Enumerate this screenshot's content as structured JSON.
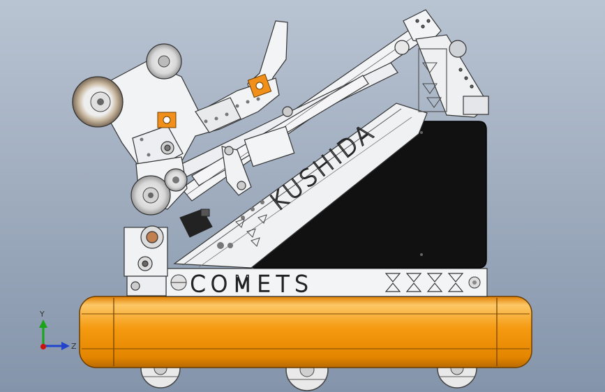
{
  "scene": {
    "bumper_text": "COMETS",
    "side_text": "KUSHIDA"
  },
  "axes": {
    "y_label": "Y",
    "z_label": "Z"
  },
  "colors": {
    "background_top": "#b9c4d2",
    "background_bottom": "#8494aa",
    "bumper": "#f59a10",
    "bumper_highlight": "#fcc766",
    "bumper_shadow": "#b86a00",
    "panel_black": "#111111",
    "frame_white": "#f1f2f4",
    "bracket_orange": "#f0901a",
    "axis_y": "#1aa41a",
    "axis_z": "#2244cc",
    "axis_x": "#cc1111"
  }
}
